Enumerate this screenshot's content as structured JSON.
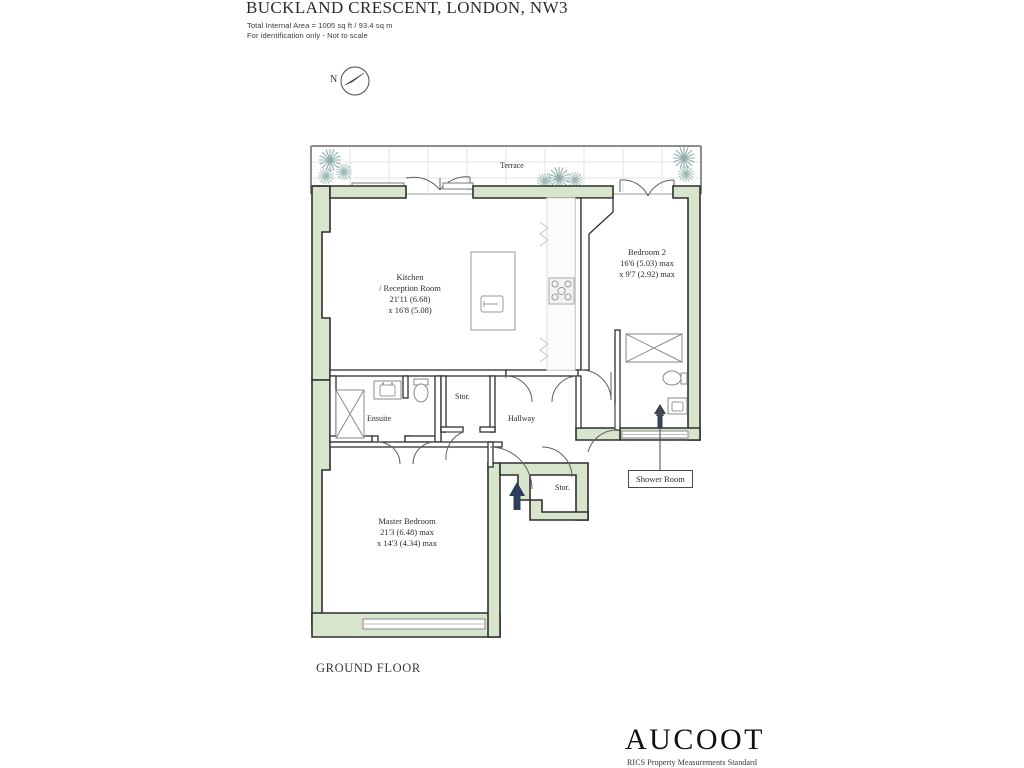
{
  "header": {
    "title": "BUCKLAND CRESCENT, LONDON, NW3",
    "area_line": "Total Internal Area = 1005 sq ft / 93.4 sq m",
    "disclaimer": "For identification only - Not to scale"
  },
  "compass": {
    "label": "N"
  },
  "plan": {
    "floor_label": "GROUND FLOOR",
    "terrace_label": "Terrace",
    "rooms": [
      {
        "id": "kitchen-reception",
        "name_line1": "Kitchen",
        "name_line2": "/ Reception Room",
        "dim_line1": "21'11 (6.68)",
        "dim_line2": "x 16'8 (5.08)"
      },
      {
        "id": "bedroom-2",
        "name_line1": "Bedroom 2",
        "name_line2": "",
        "dim_line1": "16'6 (5.03) max",
        "dim_line2": "x 9'7 (2.92) max"
      },
      {
        "id": "master-bedroom",
        "name_line1": "Master Bedroom",
        "name_line2": "",
        "dim_line1": "21'3 (6.48) max",
        "dim_line2": "x 14'3 (4.34) max"
      }
    ],
    "small_labels": [
      {
        "id": "ensuite",
        "text": "Ensuite"
      },
      {
        "id": "storage-upper",
        "text": "Stor."
      },
      {
        "id": "hallway",
        "text": "Hallway"
      },
      {
        "id": "storage-lower",
        "text": "Stor."
      }
    ],
    "callouts": [
      {
        "id": "shower-room",
        "text": "Shower Room"
      }
    ]
  },
  "footer": {
    "brand": "AUCOOT",
    "standard": "RICS Property Measurements Standard"
  },
  "colors": {
    "wall_fill": "#d7e5cd",
    "wall_stroke": "#2f2f2f",
    "thin_stroke": "#5a5a5a",
    "plant": "#8aa9a6",
    "arrow": "#2f3d5c",
    "text": "#2b2b2b",
    "terrace_grid": "#d8dcd9"
  }
}
